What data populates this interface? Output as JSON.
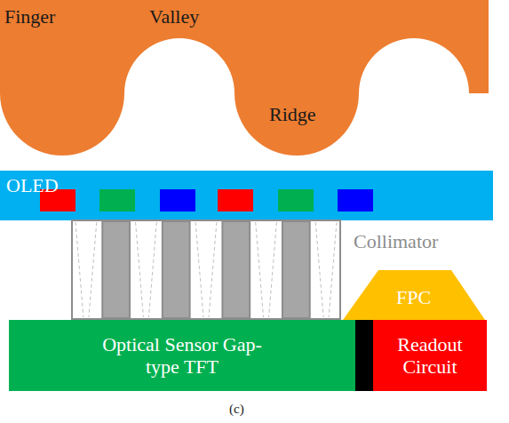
{
  "diagram": {
    "caption": "(c)",
    "nodes": [
      {
        "text": [
          "Finger"
        ]
      },
      {
        "text": [
          "OLED"
        ]
      },
      {
        "text": [
          "Collimator"
        ]
      },
      {
        "text": [
          "FPC"
        ]
      },
      {
        "text": [
          "Optical Sensor Gap-type TFT"
        ]
      },
      {
        "text": [
          "Readout Circuit"
        ]
      }
    ],
    "labels": [
      "Valley",
      "Ridge"
    ]
  }
}
